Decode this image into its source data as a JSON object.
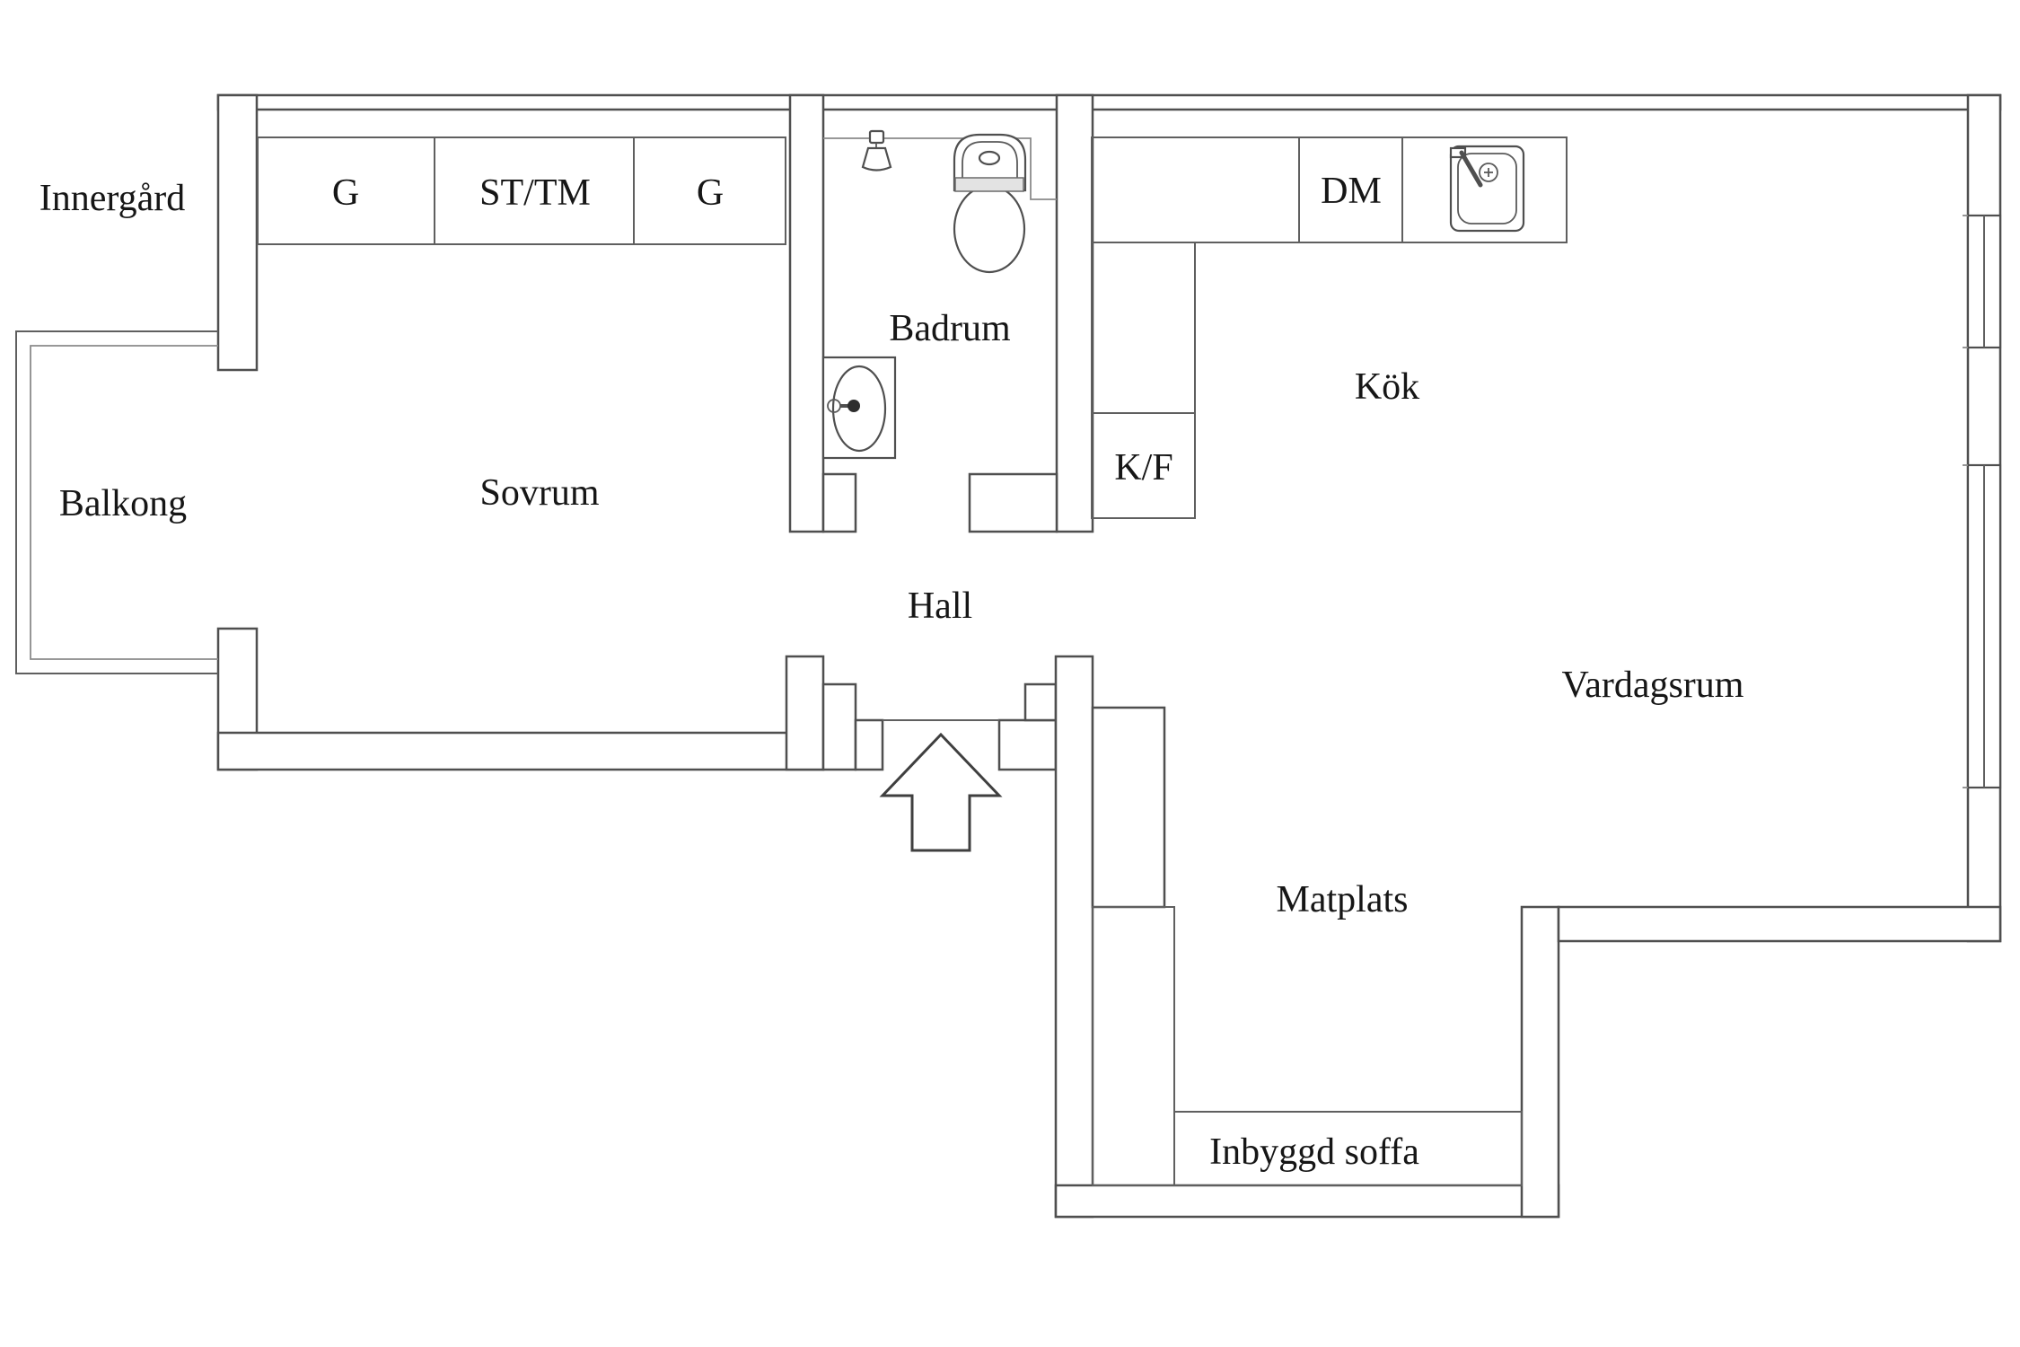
{
  "outside": {
    "courtyard": "Innergård"
  },
  "rooms": {
    "balcony": "Balkong",
    "bedroom": "Sovrum",
    "bathroom": "Badrum",
    "hall": "Hall",
    "kitchen": "Kök",
    "living_room": "Vardagsrum",
    "dining_area": "Matplats",
    "built_in_sofa": "Inbyggd soffa"
  },
  "storage": {
    "closet_left": "G",
    "wardrobe_washer": "ST/TM",
    "closet_right": "G"
  },
  "appliances": {
    "dishwasher": "DM",
    "fridge_freezer": "K/F"
  },
  "icons": {
    "entry_arrow": "entry-direction-arrow",
    "toilet": "toilet-icon",
    "shower": "shower-icon",
    "bathroom_sink": "bathroom-sink-icon",
    "kitchen_sink": "kitchen-sink-icon",
    "windows": "window-icon",
    "balcony_railing": "balcony-railing"
  },
  "colors": {
    "background": "#ffffff",
    "wall_line": "#4f4f4f",
    "fixture_line": "#5a5a5a",
    "text": "#161616"
  }
}
